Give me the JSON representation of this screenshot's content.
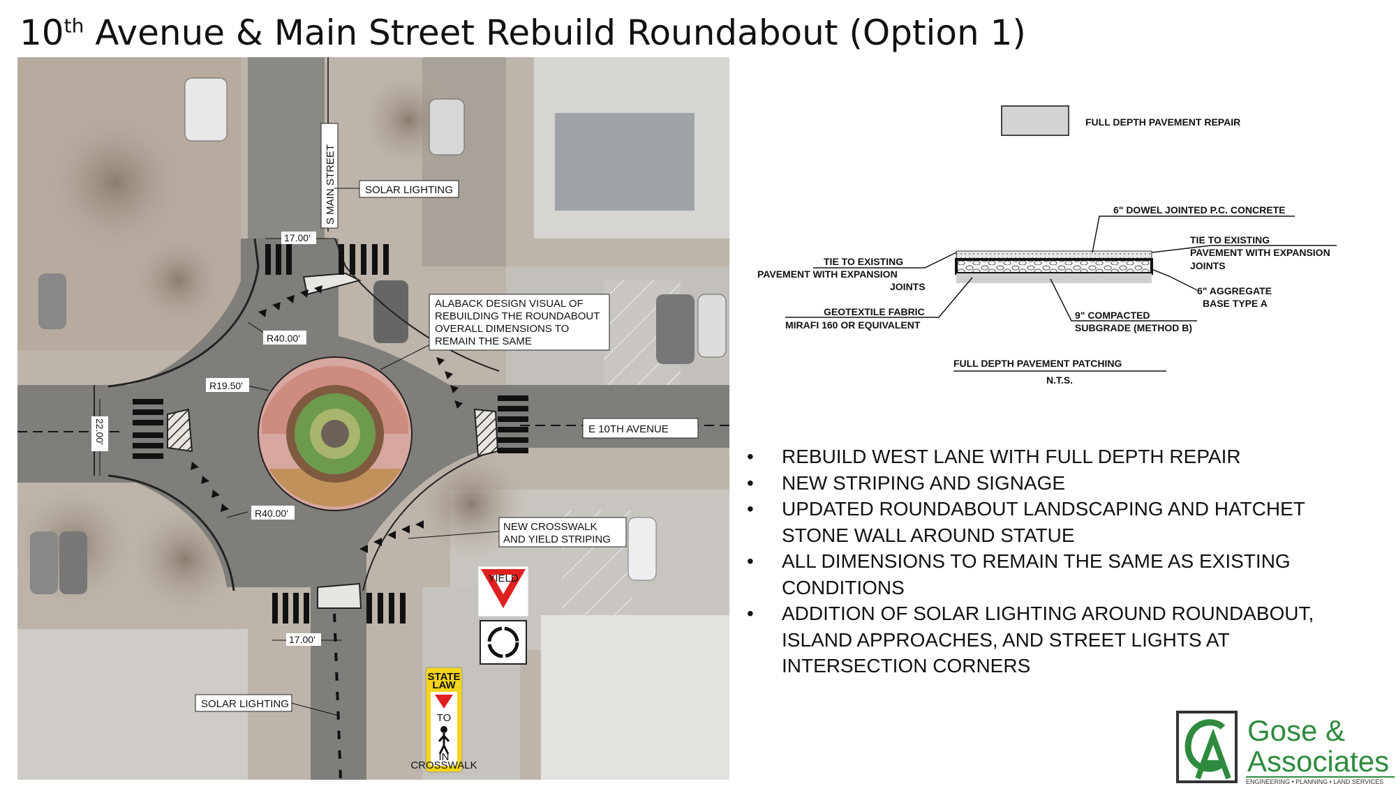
{
  "title": {
    "main_before": "10",
    "sup": "th",
    "main_after": " Avenue & Main Street Rebuild Roundabout (Option 1)"
  },
  "map_labels": {
    "s_main_street": "S MAIN STREET",
    "solar_lighting_top": "SOLAR LIGHTING",
    "dim_17_top": "17.00'",
    "r40_top": "R40.00'",
    "alaback_note": [
      "ALABACK DESIGN  VISUAL OF",
      "REBUILDING THE ROUNDABOUT",
      "OVERALL DIMENSIONS TO",
      "REMAIN THE SAME"
    ],
    "r19_5": "R19.50'",
    "dim_22": "22.00'",
    "e_10th_avenue": "E 10TH AVENUE",
    "r40_bottom": "R40.00'",
    "crosswalk_note": [
      "NEW CROSSWALK",
      "AND YIELD STRIPING"
    ],
    "dim_17_bottom": "17.00'",
    "solar_lighting_bottom": "SOLAR LIGHTING",
    "yield_sign": "YIELD",
    "state_law_sign": [
      "STATE",
      "LAW",
      "TO",
      "IN",
      "CROSSWALK"
    ]
  },
  "detail": {
    "legend": "FULL DEPTH PAVEMENT REPAIR",
    "concrete": "6\" DOWEL JOINTED P.C. CONCRETE",
    "tie_right": [
      "TIE TO EXISTING",
      "PAVEMENT WITH EXPANSION",
      "JOINTS"
    ],
    "tie_left": [
      "TIE TO EXISTING",
      "PAVEMENT WITH EXPANSION",
      "JOINTS"
    ],
    "aggregate": [
      "6\" AGGREGATE",
      "BASE TYPE A"
    ],
    "geotextile": [
      "GEOTEXTILE FABRIC",
      "MIRAFI 160 OR EQUIVALENT"
    ],
    "subgrade": [
      "9\" COMPACTED",
      "SUBGRADE (METHOD B)"
    ],
    "caption": "FULL DEPTH PAVEMENT PATCHING",
    "nts": "N.T.S."
  },
  "bullets": [
    "REBUILD WEST LANE WITH FULL DEPTH REPAIR",
    "NEW STRIPING AND SIGNAGE",
    "UPDATED ROUNDABOUT LANDSCAPING AND HATCHET STONE WALL AROUND STATUE",
    "ALL DIMENSIONS TO REMAIN THE SAME AS EXISTING CONDITIONS",
    "ADDITION OF SOLAR LIGHTING AROUND ROUNDABOUT, ISLAND APPROACHES, AND STREET LIGHTS AT INTERSECTION CORNERS"
  ],
  "bullet_symbol": "•",
  "logo": {
    "monogram": "GA",
    "line1": "Gose &",
    "line2": "Associates",
    "tagline": "ENGINEERING • PLANNING • LAND SERVICES",
    "color": "#2e8b3e"
  }
}
